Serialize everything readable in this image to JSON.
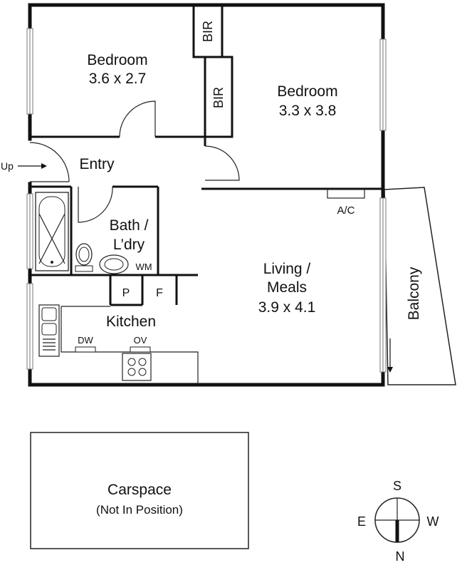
{
  "rooms": {
    "bedroom1": {
      "name": "Bedroom",
      "size": "3.6 x 2.7"
    },
    "bedroom2": {
      "name": "Bedroom",
      "size": "3.3 x 3.8"
    },
    "entry": {
      "name": "Entry"
    },
    "bath": {
      "line1": "Bath /",
      "line2": "L’dry"
    },
    "living": {
      "line1": "Living /",
      "line2": "Meals",
      "size": "3.9 x 4.1"
    },
    "kitchen": {
      "name": "Kitchen"
    },
    "balcony": {
      "name": "Balcony"
    }
  },
  "fixtures": {
    "bir1": "BIR",
    "bir2": "BIR",
    "ac": "A/C",
    "wm": "WM",
    "pantry": "P",
    "fridge": "F",
    "dw": "DW",
    "ov": "OV"
  },
  "entry_arrow": "Up",
  "carspace": {
    "name": "Carspace",
    "note": "(Not In Position)"
  },
  "compass": {
    "north": "N",
    "south": "S",
    "east": "E",
    "west": "W"
  },
  "colors": {
    "line": "#111111",
    "background": "#ffffff",
    "window": "#888888"
  }
}
